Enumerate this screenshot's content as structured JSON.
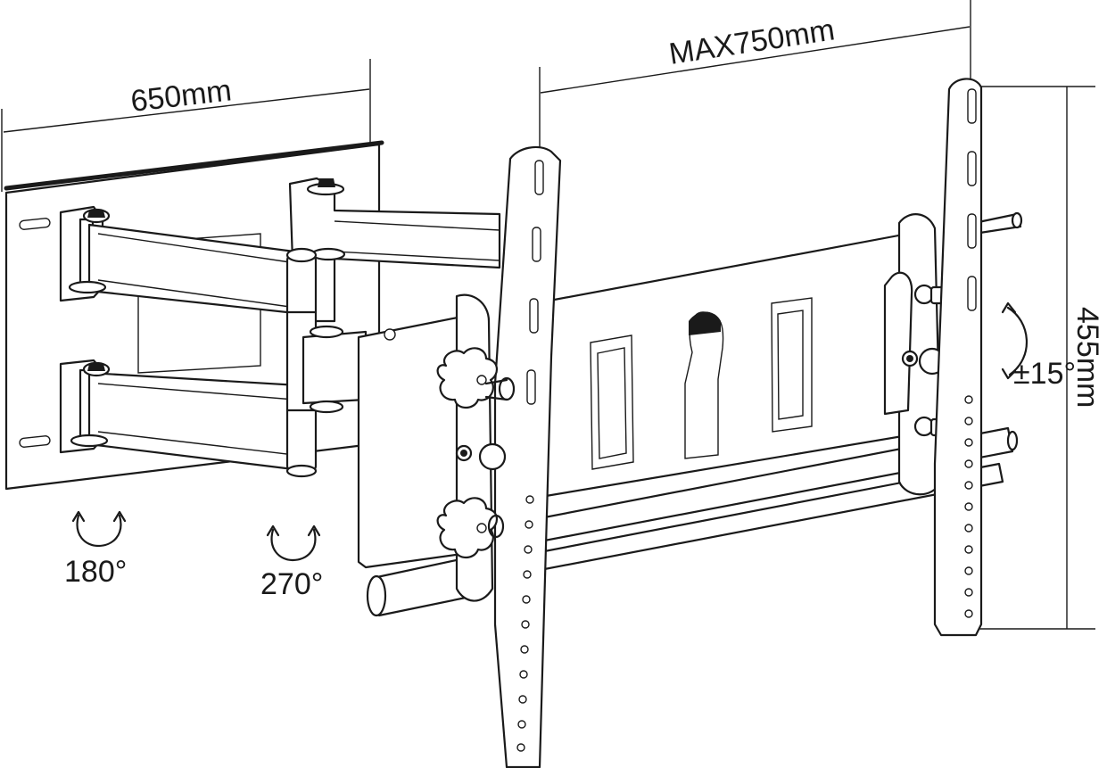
{
  "dimensions": {
    "arm_length": "650mm",
    "max_width": "MAX750mm",
    "height": "455mm",
    "tilt": "±15°"
  },
  "rotations": {
    "wall_pivot": "180°",
    "arm_pivot": "270°"
  }
}
